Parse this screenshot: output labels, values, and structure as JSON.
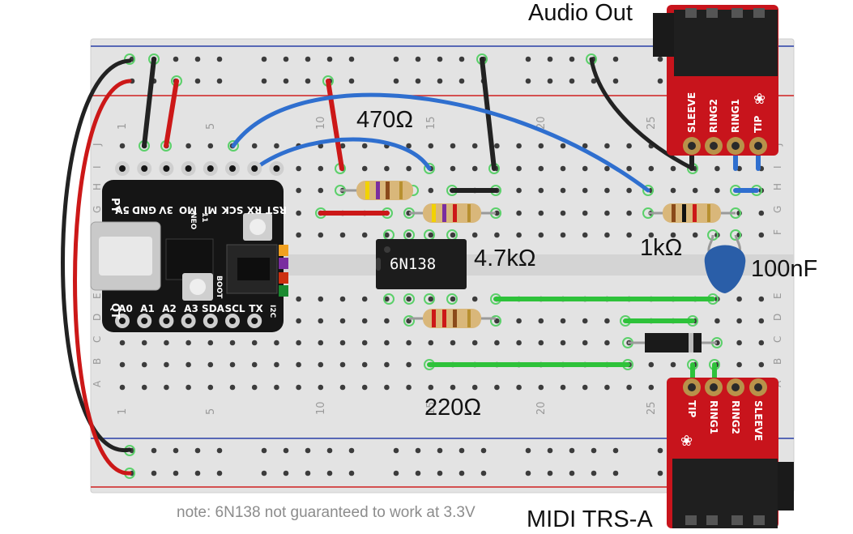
{
  "labels": {
    "audio_out": "Audio Out",
    "midi_trs": "MIDI TRS-A",
    "r470": "470Ω",
    "r4k7": "4.7kΩ",
    "r1k": "1kΩ",
    "c100n": "100nF",
    "r220": "220Ω",
    "note": "note: 6N138 not guaranteed to work at 3.3V"
  },
  "breadboard": {
    "column_numbers": [
      "1",
      "5",
      "10",
      "15",
      "20",
      "25"
    ],
    "row_letters_top": [
      "J",
      "I",
      "H",
      "G",
      "F"
    ],
    "row_letters_bottom": [
      "E",
      "D",
      "C",
      "B",
      "A"
    ]
  },
  "chip": {
    "name": "6N138"
  },
  "mcu": {
    "top_pins": [
      "5V",
      "GND",
      "3V",
      "MO",
      "MI",
      "SCK",
      "RX",
      "RST"
    ],
    "bottom_pins": [
      "A0",
      "A1",
      "A2",
      "A3",
      "SDA",
      "SCL",
      "TX"
    ],
    "top_corner": "PY",
    "bottom_corner": "QT",
    "small_marks": [
      "NEO",
      "11",
      "BOOT",
      "I2C"
    ]
  },
  "audio_jack": {
    "pins": [
      "SLEEVE",
      "RING2",
      "RING1",
      "TIP"
    ]
  },
  "midi_jack": {
    "pins": [
      "TIP",
      "RING1",
      "RING2",
      "SLEEVE"
    ]
  },
  "colors": {
    "wire_red": "#cc1818",
    "wire_black": "#222222",
    "wire_blue": "#2f6fcf",
    "wire_green": "#2ec23a",
    "breakout_red": "#c8141c",
    "mcu_black": "#151515",
    "rail_red": "#d02020",
    "rail_blue": "#2a3fa8",
    "breadboard": "#e3e3e3",
    "capacitor": "#2a5ea8"
  }
}
